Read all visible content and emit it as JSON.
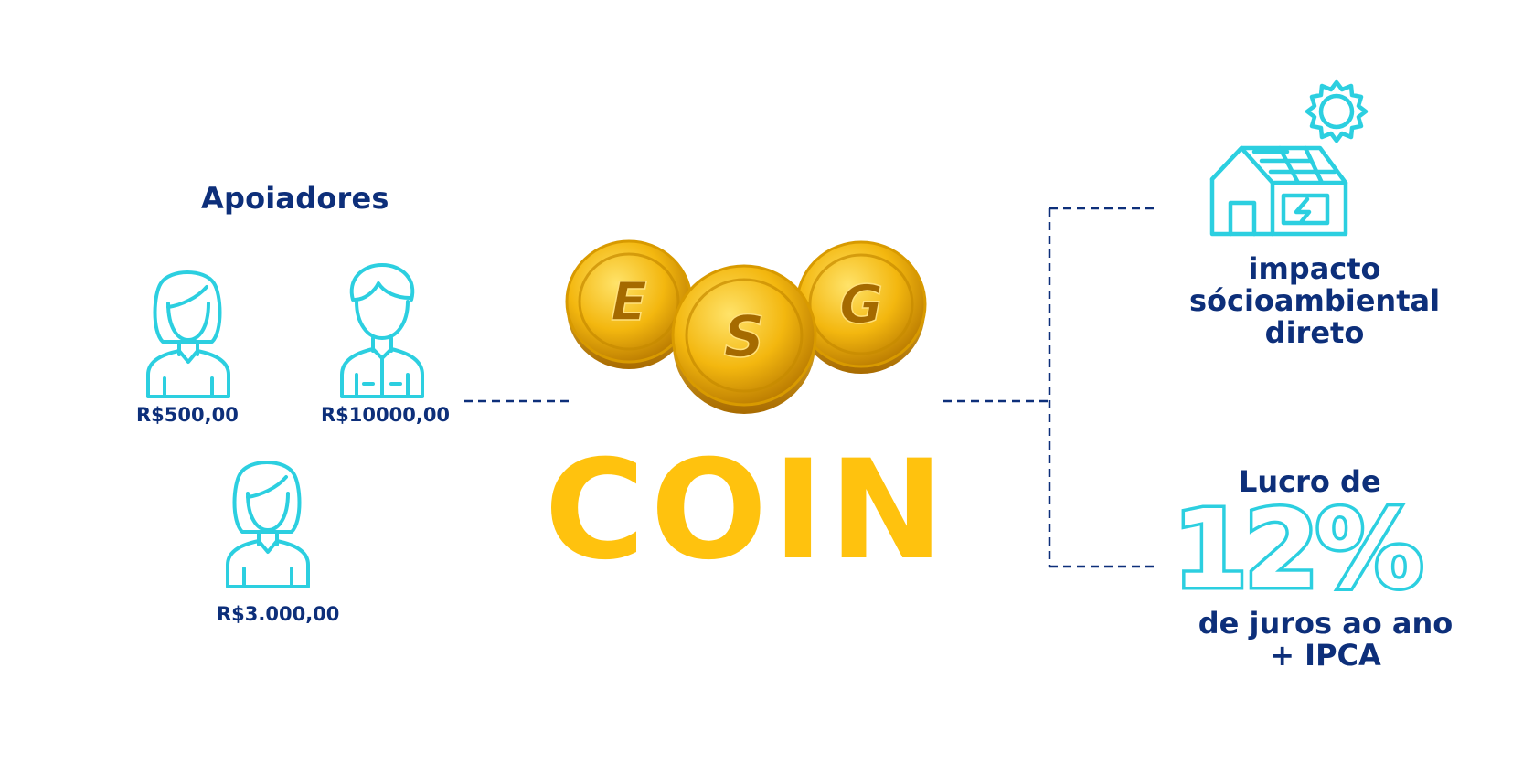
{
  "supporters": {
    "title": "Apoiadores",
    "people": [
      {
        "icon": "woman-icon",
        "amount": "R$500,00"
      },
      {
        "icon": "man-icon",
        "amount": "R$10000,00"
      },
      {
        "icon": "woman-icon",
        "amount": "R$3.000,00"
      }
    ]
  },
  "center": {
    "coins": [
      "E",
      "S",
      "G"
    ],
    "brand": "COIN"
  },
  "outcomes": {
    "impact": {
      "icon": "solar-house-icon",
      "lines": [
        "impacto",
        "sócioambiental",
        "direto"
      ]
    },
    "profit": {
      "label": "Lucro de",
      "rate": "12%",
      "lines": [
        "de juros ao ano",
        "+ IPCA"
      ]
    }
  },
  "colors": {
    "navy": "#0d2f7a",
    "cyan": "#2ccfe0",
    "gold": "#ffc20e",
    "coin_gold": "#e8a90c"
  }
}
